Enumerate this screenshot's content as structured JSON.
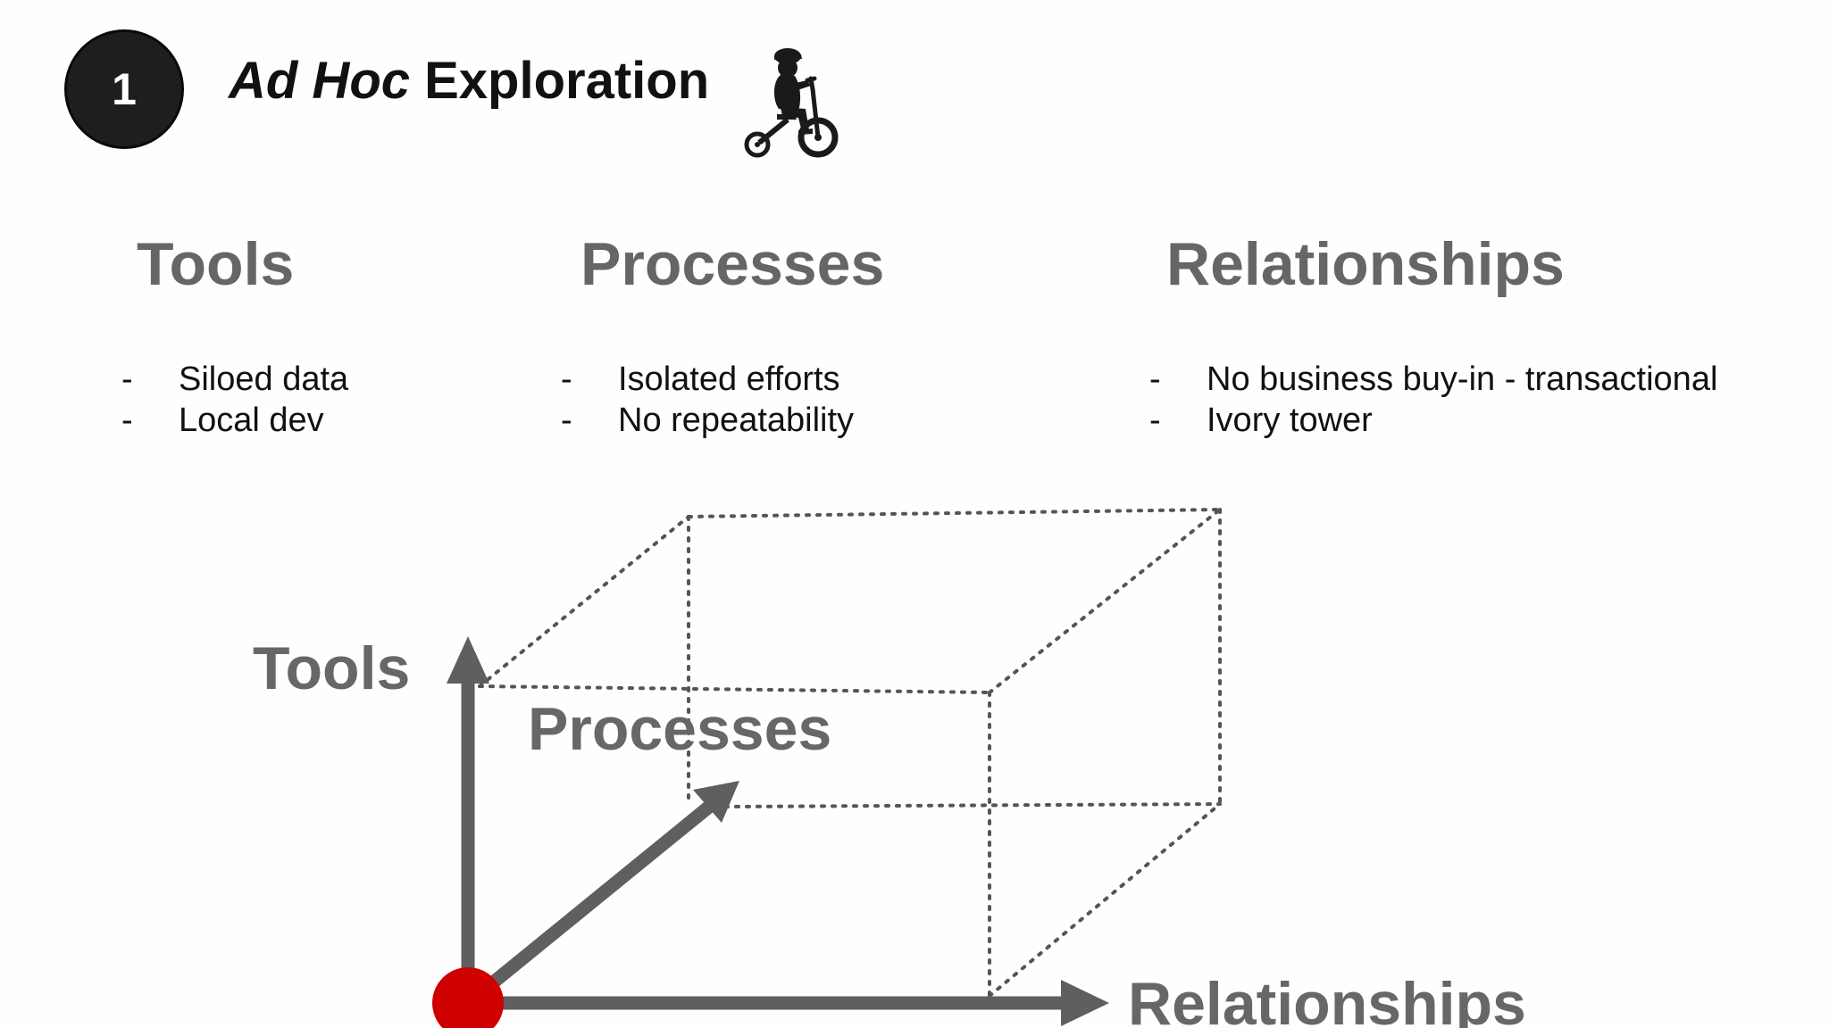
{
  "header": {
    "step_number": "1",
    "title_italic": "Ad Hoc",
    "title_rest": " Exploration",
    "icon": "child-on-tricycle-icon"
  },
  "columns": [
    {
      "heading": "Tools",
      "bullets": [
        {
          "dash": "-",
          "text": "Siloed data"
        },
        {
          "dash": "-",
          "text": "Local dev"
        }
      ]
    },
    {
      "heading": "Processes",
      "bullets": [
        {
          "dash": "-",
          "text": "Isolated efforts"
        },
        {
          "dash": "-",
          "text": "No repeatability"
        }
      ]
    },
    {
      "heading": "Relationships",
      "bullets": [
        {
          "dash": "-",
          "text": "No business buy-in - transactional"
        },
        {
          "dash": "-",
          "text": "Ivory tower"
        }
      ]
    }
  ],
  "diagram": {
    "axis_labels": {
      "tools": "Tools",
      "processes": "Processes",
      "relationships": "Relationships"
    },
    "colors": {
      "axis": "#5f5f5f",
      "origin": "#d00000",
      "box": "#555555"
    }
  }
}
